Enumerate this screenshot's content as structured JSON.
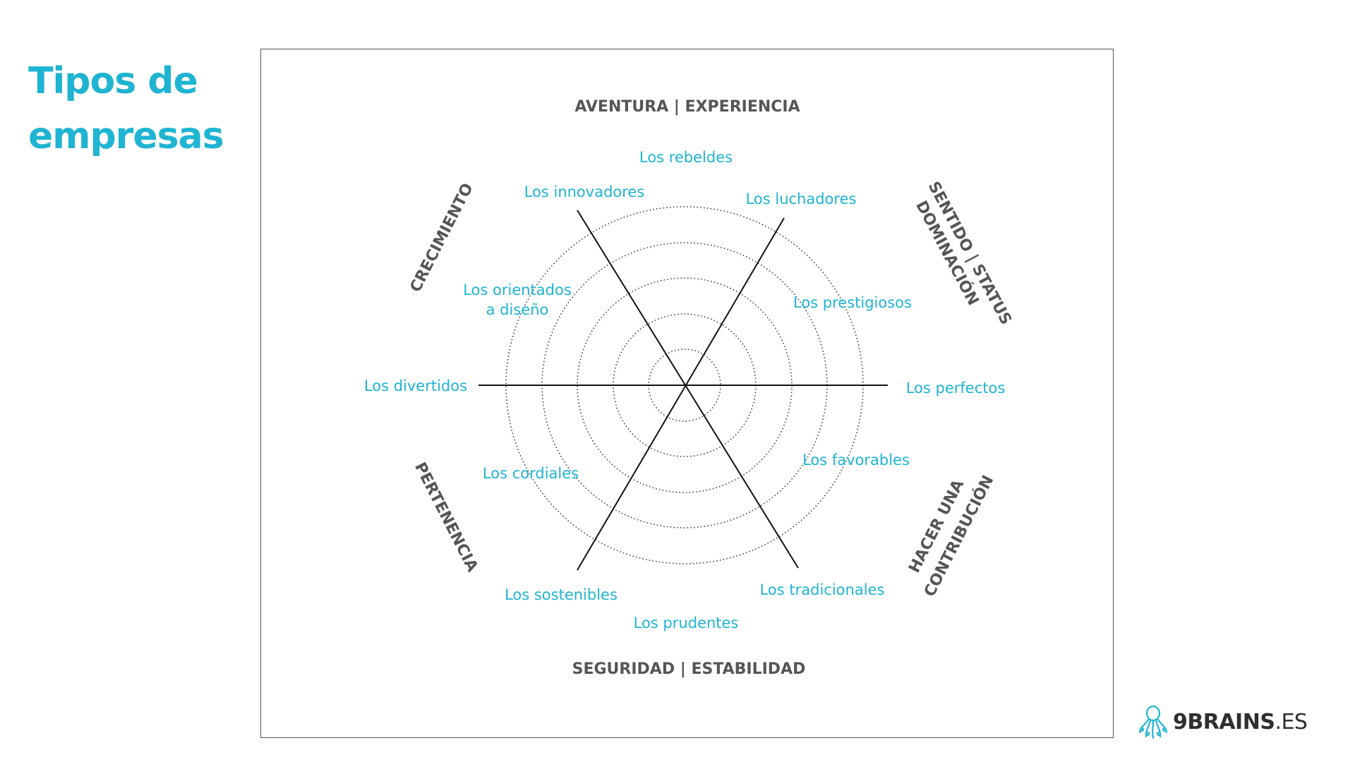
{
  "title": {
    "line1": "Tipos de",
    "line2": "empresas"
  },
  "colors": {
    "accent": "#1fb4d2",
    "category_text": "#555555",
    "lines": "#111111",
    "rings": "#444444",
    "logo_dark": "#2f2f2f"
  },
  "categories": {
    "top": "AVENTURA | EXPERIENCIA",
    "bottom": "SEGURIDAD | ESTABILIDAD",
    "upper_left": "CRECIMIENTO",
    "upper_right_1": "SENTIDO | STATUS",
    "upper_right_2": "DOMINACIÓN",
    "lower_left": "PERTENENCIA",
    "lower_right_1": "HACER UNA",
    "lower_right_2": "CONTRIBUCIÓN"
  },
  "types": {
    "rebeldes": "Los rebeldes",
    "innovadores": "Los innovadores",
    "luchadores": "Los luchadores",
    "orientados_1": "Los orientados",
    "orientados_2": "a diseño",
    "prestigiosos": "Los prestigiosos",
    "divertidos": "Los divertidos",
    "perfectos": "Los perfectos",
    "cordiales": "Los cordiales",
    "favorables": "Los favorables",
    "sostenibles": "Los sostenibles",
    "tradicionales": "Los tradicionales",
    "prudentes": "Los prudentes"
  },
  "logo": {
    "strong": "9BRAINS",
    "light": ".ES",
    "icon": "octopus-icon"
  }
}
